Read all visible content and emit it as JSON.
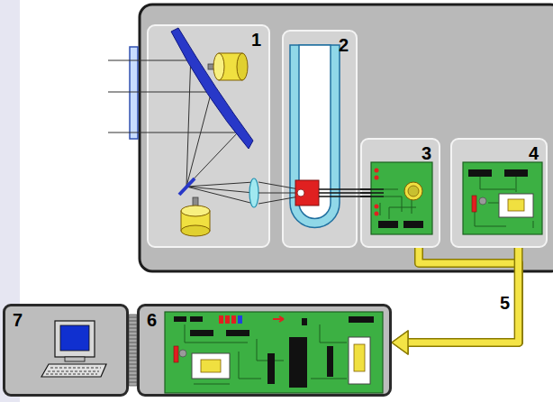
{
  "diagram": {
    "nodes": [
      {
        "text": [
          "1"
        ]
      },
      {
        "text": [
          "2"
        ]
      },
      {
        "text": [
          "3"
        ]
      },
      {
        "text": [
          "4"
        ]
      },
      {
        "text": [
          "6"
        ]
      },
      {
        "text": [
          "7"
        ]
      }
    ],
    "edges": [
      {
        "from": 2,
        "to": 4,
        "arrow": "to",
        "label": "5"
      },
      {
        "from": 3,
        "to": 4,
        "arrow": "to"
      },
      {
        "from": 5,
        "to": 4,
        "arrow": "none"
      }
    ]
  }
}
